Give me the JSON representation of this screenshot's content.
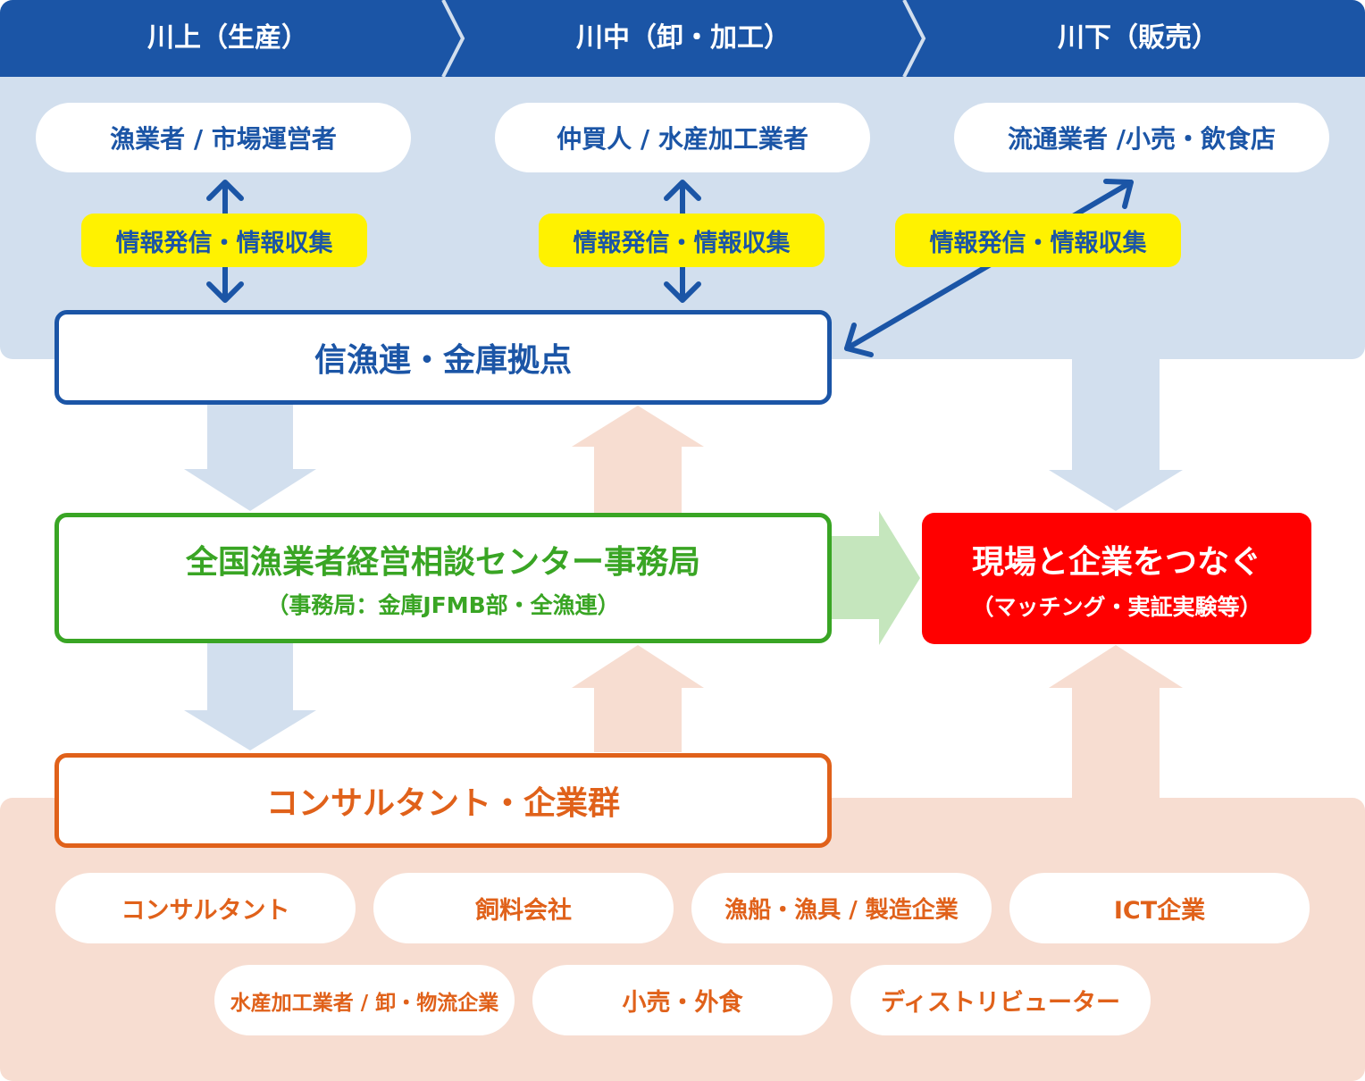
{
  "header": {
    "col1": "川上（生産）",
    "col2": "川中（卸・加工）",
    "col3": "川下（販売）"
  },
  "actors": {
    "upstream": "漁業者 / 市場運営者",
    "midstream": "仲買人 / 水産加工業者",
    "downstream": "流通業者 /小売・飲食店"
  },
  "info_tag": "情報発信・情報収集",
  "hub": "信漁連・金庫拠点",
  "center": {
    "title": "全国漁業者経営相談センター事務局",
    "subtitle": "（事務局：金庫JFMB部・全漁連）"
  },
  "goal": {
    "title": "現場と企業をつなぐ",
    "subtitle": "（マッチング・実証実験等）"
  },
  "consultants": "コンサルタント・企業群",
  "companies_row1": [
    "コンサルタント",
    "飼料会社",
    "漁船・漁具 / 製造企業",
    "ICT企業"
  ],
  "companies_row2": [
    "水産加工業者 / 卸・物流企業",
    "小売・外食",
    "ディストリビューター"
  ],
  "colors": {
    "blue": "#1b55a6",
    "light_blue": "#d2dfee",
    "green": "#39a524",
    "orange": "#e0611a",
    "peach": "#f7ddd1",
    "red": "#ff0000",
    "yellow": "#fff200"
  }
}
